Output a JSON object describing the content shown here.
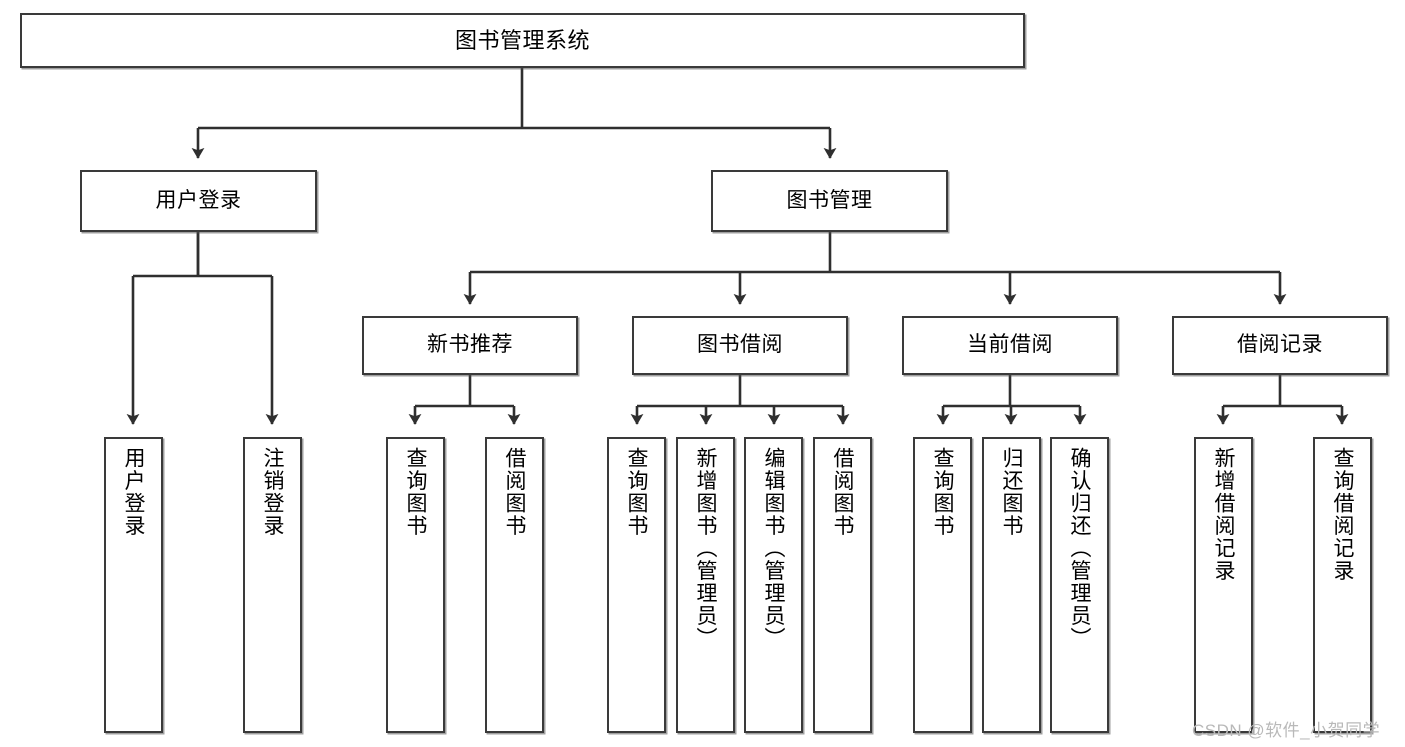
{
  "diagram": {
    "title": "图书管理系统",
    "type": "tree-hierarchy",
    "colors": {
      "node_border": "#3a3a3a",
      "node_fill": "#ffffff",
      "edge": "#2f2f2f",
      "background": "#ffffff",
      "watermark": "#b9b9b9"
    },
    "levels": {
      "root": {
        "label": "图书管理系统"
      },
      "level2": [
        {
          "id": "user-login",
          "label": "用户登录"
        },
        {
          "id": "book-management",
          "label": "图书管理"
        }
      ],
      "level3": [
        {
          "id": "new-book-recommend",
          "label": "新书推荐"
        },
        {
          "id": "book-borrow",
          "label": "图书借阅"
        },
        {
          "id": "current-borrow",
          "label": "当前借阅"
        },
        {
          "id": "borrow-record",
          "label": "借阅记录"
        }
      ],
      "leaves": {
        "user-login": [
          {
            "id": "leaf-user-login",
            "label": "用户登录"
          },
          {
            "id": "leaf-logout-login",
            "label": "注销登录"
          }
        ],
        "new-book-recommend": [
          {
            "id": "leaf-query-book-1",
            "label": "查询图书"
          },
          {
            "id": "leaf-borrow-book-1",
            "label": "借阅图书"
          }
        ],
        "book-borrow": [
          {
            "id": "leaf-query-book-2",
            "label": "查询图书"
          },
          {
            "id": "leaf-add-book",
            "label": "新增图书（管理员）"
          },
          {
            "id": "leaf-edit-book",
            "label": "编辑图书（管理员）"
          },
          {
            "id": "leaf-borrow-book-2",
            "label": "借阅图书"
          }
        ],
        "current-borrow": [
          {
            "id": "leaf-query-book-3",
            "label": "查询图书"
          },
          {
            "id": "leaf-return-book",
            "label": "归还图书"
          },
          {
            "id": "leaf-confirm-return",
            "label": "确认归还（管理员）"
          }
        ],
        "borrow-record": [
          {
            "id": "leaf-add-record",
            "label": "新增借阅记录"
          },
          {
            "id": "leaf-query-record",
            "label": "查询借阅记录"
          }
        ]
      }
    }
  },
  "watermark": {
    "text": "CSDN @软件_小贺同学"
  }
}
